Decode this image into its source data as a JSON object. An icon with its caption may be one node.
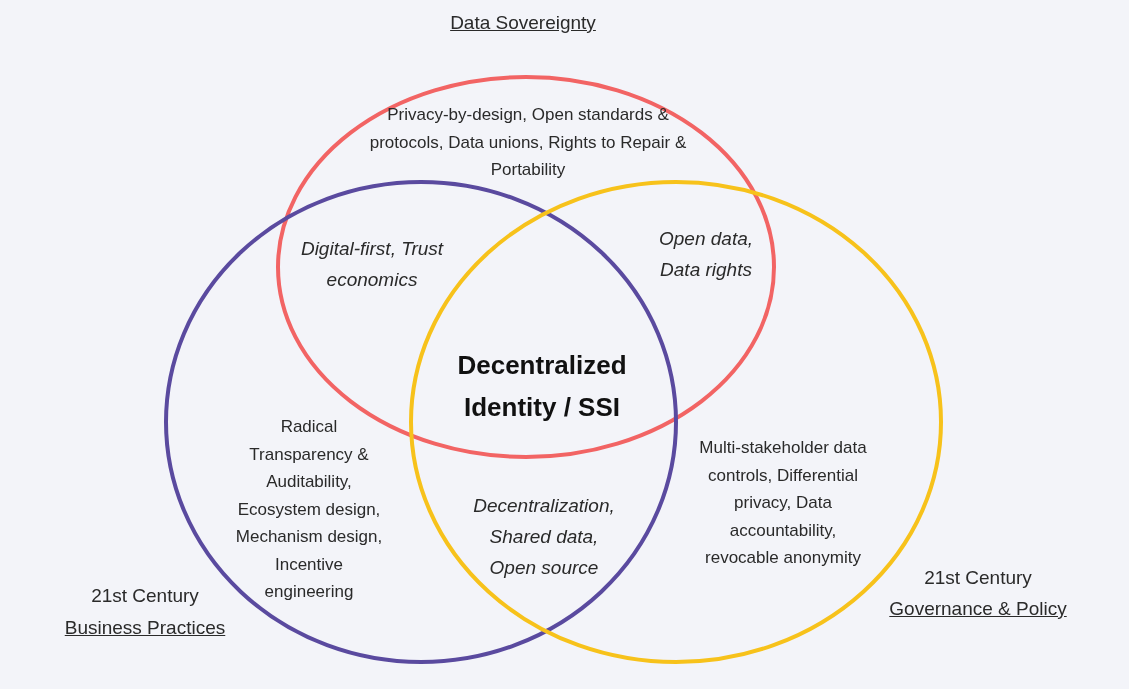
{
  "diagram": {
    "nodes": [
      {
        "text": [
          "Data Sovereignty",
          "Privacy-by-design, Open standards & protocols, Data unions, Rights to Repair & Portability"
        ]
      },
      {
        "text": [
          "21st Century",
          "Business Practices",
          "Radical Transparency & Auditability, Ecosystem design, Mechanism design, Incentive engineering"
        ]
      },
      {
        "text": [
          "Multi-stakeholder data controls, Differential privacy, Data accountability, revocable anonymity",
          "21st Century",
          "Governance & Policy"
        ]
      }
    ],
    "labels": [
      "Digital-first, Trust economics",
      "Open data, Data rights",
      "Decentralized Identity / SSI",
      "Decentralization, Shared data, Open source"
    ]
  }
}
